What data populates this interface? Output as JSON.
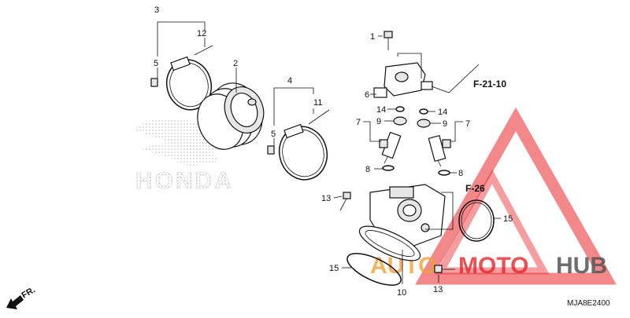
{
  "diagram": {
    "part_numbers": {
      "p1": "1",
      "p2": "2",
      "p3": "3",
      "p4": "4",
      "p5a": "5",
      "p5b": "5",
      "p6": "6",
      "p7a": "7",
      "p7b": "7",
      "p8a": "8",
      "p8b": "8",
      "p9a": "9",
      "p9b": "9",
      "p10": "10",
      "p11": "11",
      "p12": "12",
      "p13a": "13",
      "p13b": "13",
      "p14a": "14",
      "p14b": "14",
      "p15a": "15",
      "p15b": "15"
    },
    "refs": {
      "fuel_rail": "F-21-10",
      "air_cleaner": "F-26"
    },
    "direction_label": "FR.",
    "diagram_code": "MJA8E2400",
    "background_logo": "HONDA",
    "watermark": {
      "part1": "AUTO",
      "part2": "MOTO",
      "part3": "HUB"
    },
    "colors": {
      "ink": "#111111",
      "watermark_red": "#e8262a",
      "watermark_orange": "#f0a23a",
      "watermark_gray": "#555555",
      "logo_dots": "#c8c8c8"
    }
  }
}
